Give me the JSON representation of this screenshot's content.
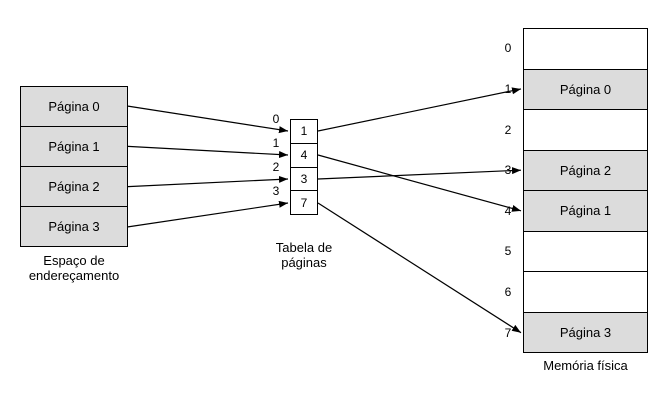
{
  "colors": {
    "background": "#ffffff",
    "page_fill": "#dcdcdc",
    "empty_fill": "#ffffff",
    "border": "#000000",
    "arrow": "#000000"
  },
  "address_space": {
    "caption_line1": "Espaço de",
    "caption_line2": "endereçamento",
    "pages": [
      "Página 0",
      "Página 1",
      "Página 2",
      "Página 3"
    ]
  },
  "page_table": {
    "caption_line1": "Tabela de",
    "caption_line2": "páginas",
    "indices": [
      "0",
      "1",
      "2",
      "3"
    ],
    "entries": [
      "1",
      "4",
      "3",
      "7"
    ]
  },
  "memory": {
    "caption": "Memória física",
    "slots": [
      {
        "index": "0",
        "label": "",
        "filled": false
      },
      {
        "index": "1",
        "label": "Página 0",
        "filled": true
      },
      {
        "index": "2",
        "label": "",
        "filled": false
      },
      {
        "index": "3",
        "label": "Página 2",
        "filled": true
      },
      {
        "index": "4",
        "label": "Página 1",
        "filled": true
      },
      {
        "index": "5",
        "label": "",
        "filled": false
      },
      {
        "index": "6",
        "label": "",
        "filled": false
      },
      {
        "index": "7",
        "label": "Página 3",
        "filled": true
      }
    ]
  },
  "mappings": {
    "address_to_table": [
      0,
      1,
      2,
      3
    ],
    "table_to_memory": [
      1,
      4,
      3,
      7
    ]
  }
}
